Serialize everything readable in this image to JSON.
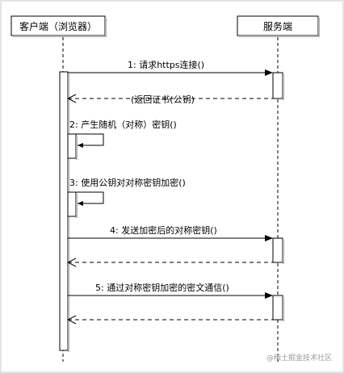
{
  "participants": {
    "client": "客户端（浏览器）",
    "server": "服务端"
  },
  "messages": {
    "m1": "1: 请求https连接()",
    "m2": "(返回证书(公钥)",
    "m3": "2: 产生随机（对称）密钥()",
    "m4": "3: 使用公钥对对称密钥加密()",
    "m5": "4: 发送加密后的对称密钥()",
    "m6": "5: 通过对称密钥加密的密文通信()"
  },
  "watermark": "@稀土掘金技术社区"
}
